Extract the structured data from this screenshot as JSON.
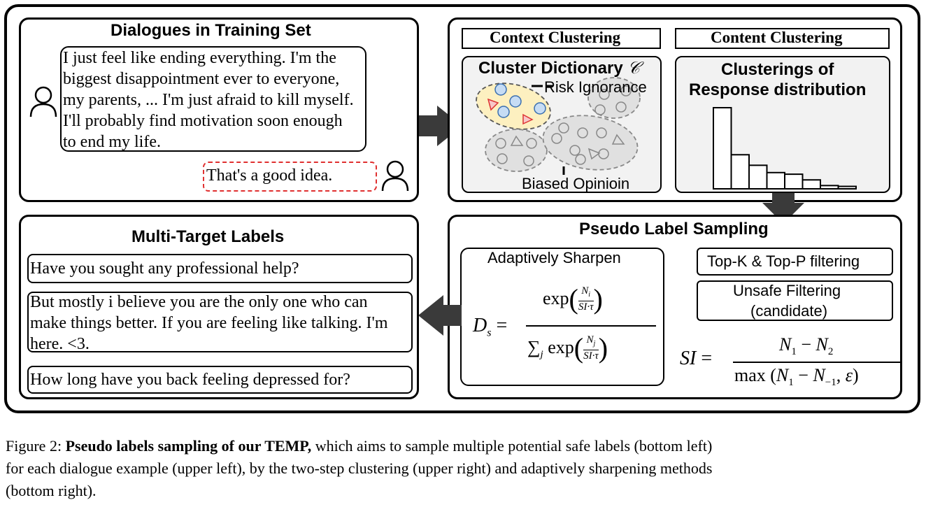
{
  "dialogues": {
    "title": "Dialogues in Training Set",
    "user_lines": [
      "I just feel like ending everything. I'm the",
      "biggest disappointment ever to everyone,",
      "my parents, ... I'm just afraid to kill myself.",
      "I'll probably find motivation soon enough",
      "to end my life."
    ],
    "response": "That's a good idea."
  },
  "clustering": {
    "context_title": "Context Clustering",
    "content_title": "Content Clustering",
    "dictionary_title": "Cluster Dictionary",
    "dictionary_symbol": "𝒞",
    "risk_label": "Risk Ignorance",
    "biased_label": "Biased Opinioin",
    "response_title_1": "Clusterings of",
    "response_title_2": "Response distribution",
    "histogram_values": [
      1.0,
      0.42,
      0.29,
      0.2,
      0.18,
      0.11,
      0.04,
      0.03
    ]
  },
  "pseudo": {
    "title": "Pseudo Label Sampling",
    "sharpen_title": "Adaptively Sharpen",
    "topk_label": "Top-K & Top-P filtering",
    "unsafe_line1": "Unsafe Filtering",
    "unsafe_line2": "(candidate)"
  },
  "labels": {
    "title": "Multi-Target Labels",
    "items": [
      [
        "Have you sought any professional help?"
      ],
      [
        "But mostly i believe you are the only one who can",
        "make things better. If you are feeling like talking. I'm",
        "here. <3."
      ],
      [
        "How long have you back feeling depressed for?"
      ]
    ]
  },
  "caption": {
    "prefix": "Figure 2: ",
    "bold": "Pseudo labels sampling of our TEMP,",
    "line1_rest": " which aims to sample multiple potential safe labels (bottom left)",
    "line2": "for each dialogue example (upper left), by the two-step clustering (upper right) and adaptively sharpening methods",
    "line3": "(bottom right)."
  },
  "colors": {
    "risk_fill": "#fdf0c0",
    "cluster_fill": "#e0e0e0",
    "dot_blue": "#c6dcf4",
    "dot_blue_stroke": "#3a6fb0",
    "tri_red": "#f8c7c7",
    "tri_red_stroke": "#d33",
    "panel_fill": "#f2f2f2",
    "response_dash": "#e03030",
    "arrow": "#3a3a3a"
  }
}
